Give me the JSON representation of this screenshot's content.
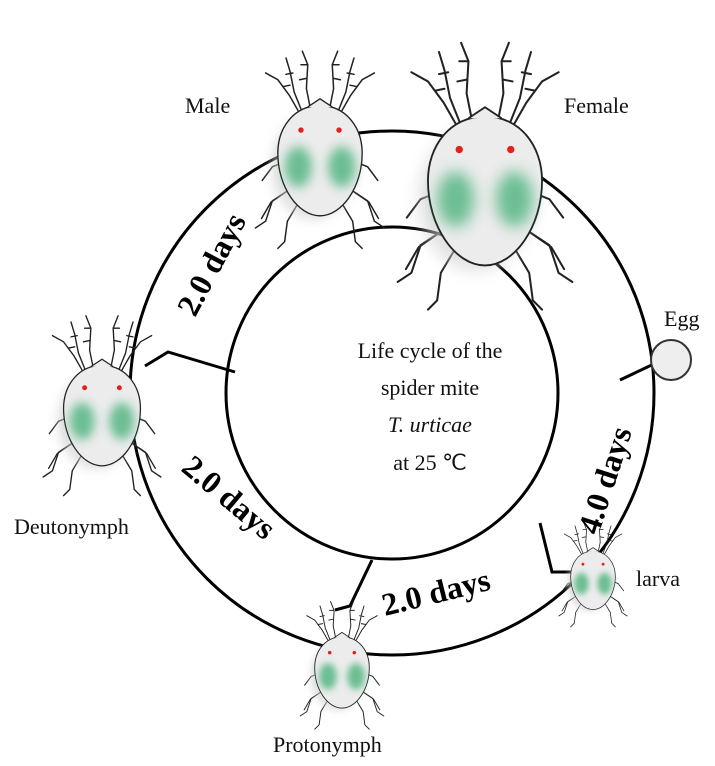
{
  "title_lines": [
    "Life cycle of the",
    "spider mite",
    "T. urticae",
    "at 25 ℃"
  ],
  "stages": {
    "egg": "Egg",
    "larva": "larva",
    "protonymph": "Protonymph",
    "deutonymph": "Deutonymph",
    "male": "Male",
    "female": "Female"
  },
  "durations": {
    "egg_to_larva": "4.0 days",
    "larva_to_protonymph": "2.0 days",
    "protonymph_to_deutonymph": "2.0 days",
    "deutonymph_to_adult": "2.0 days"
  },
  "colors": {
    "mite_body": "#e9ecea",
    "mite_pattern": "#3fae74",
    "mite_eye": "#e3201b",
    "ring_stroke": "#000000"
  }
}
